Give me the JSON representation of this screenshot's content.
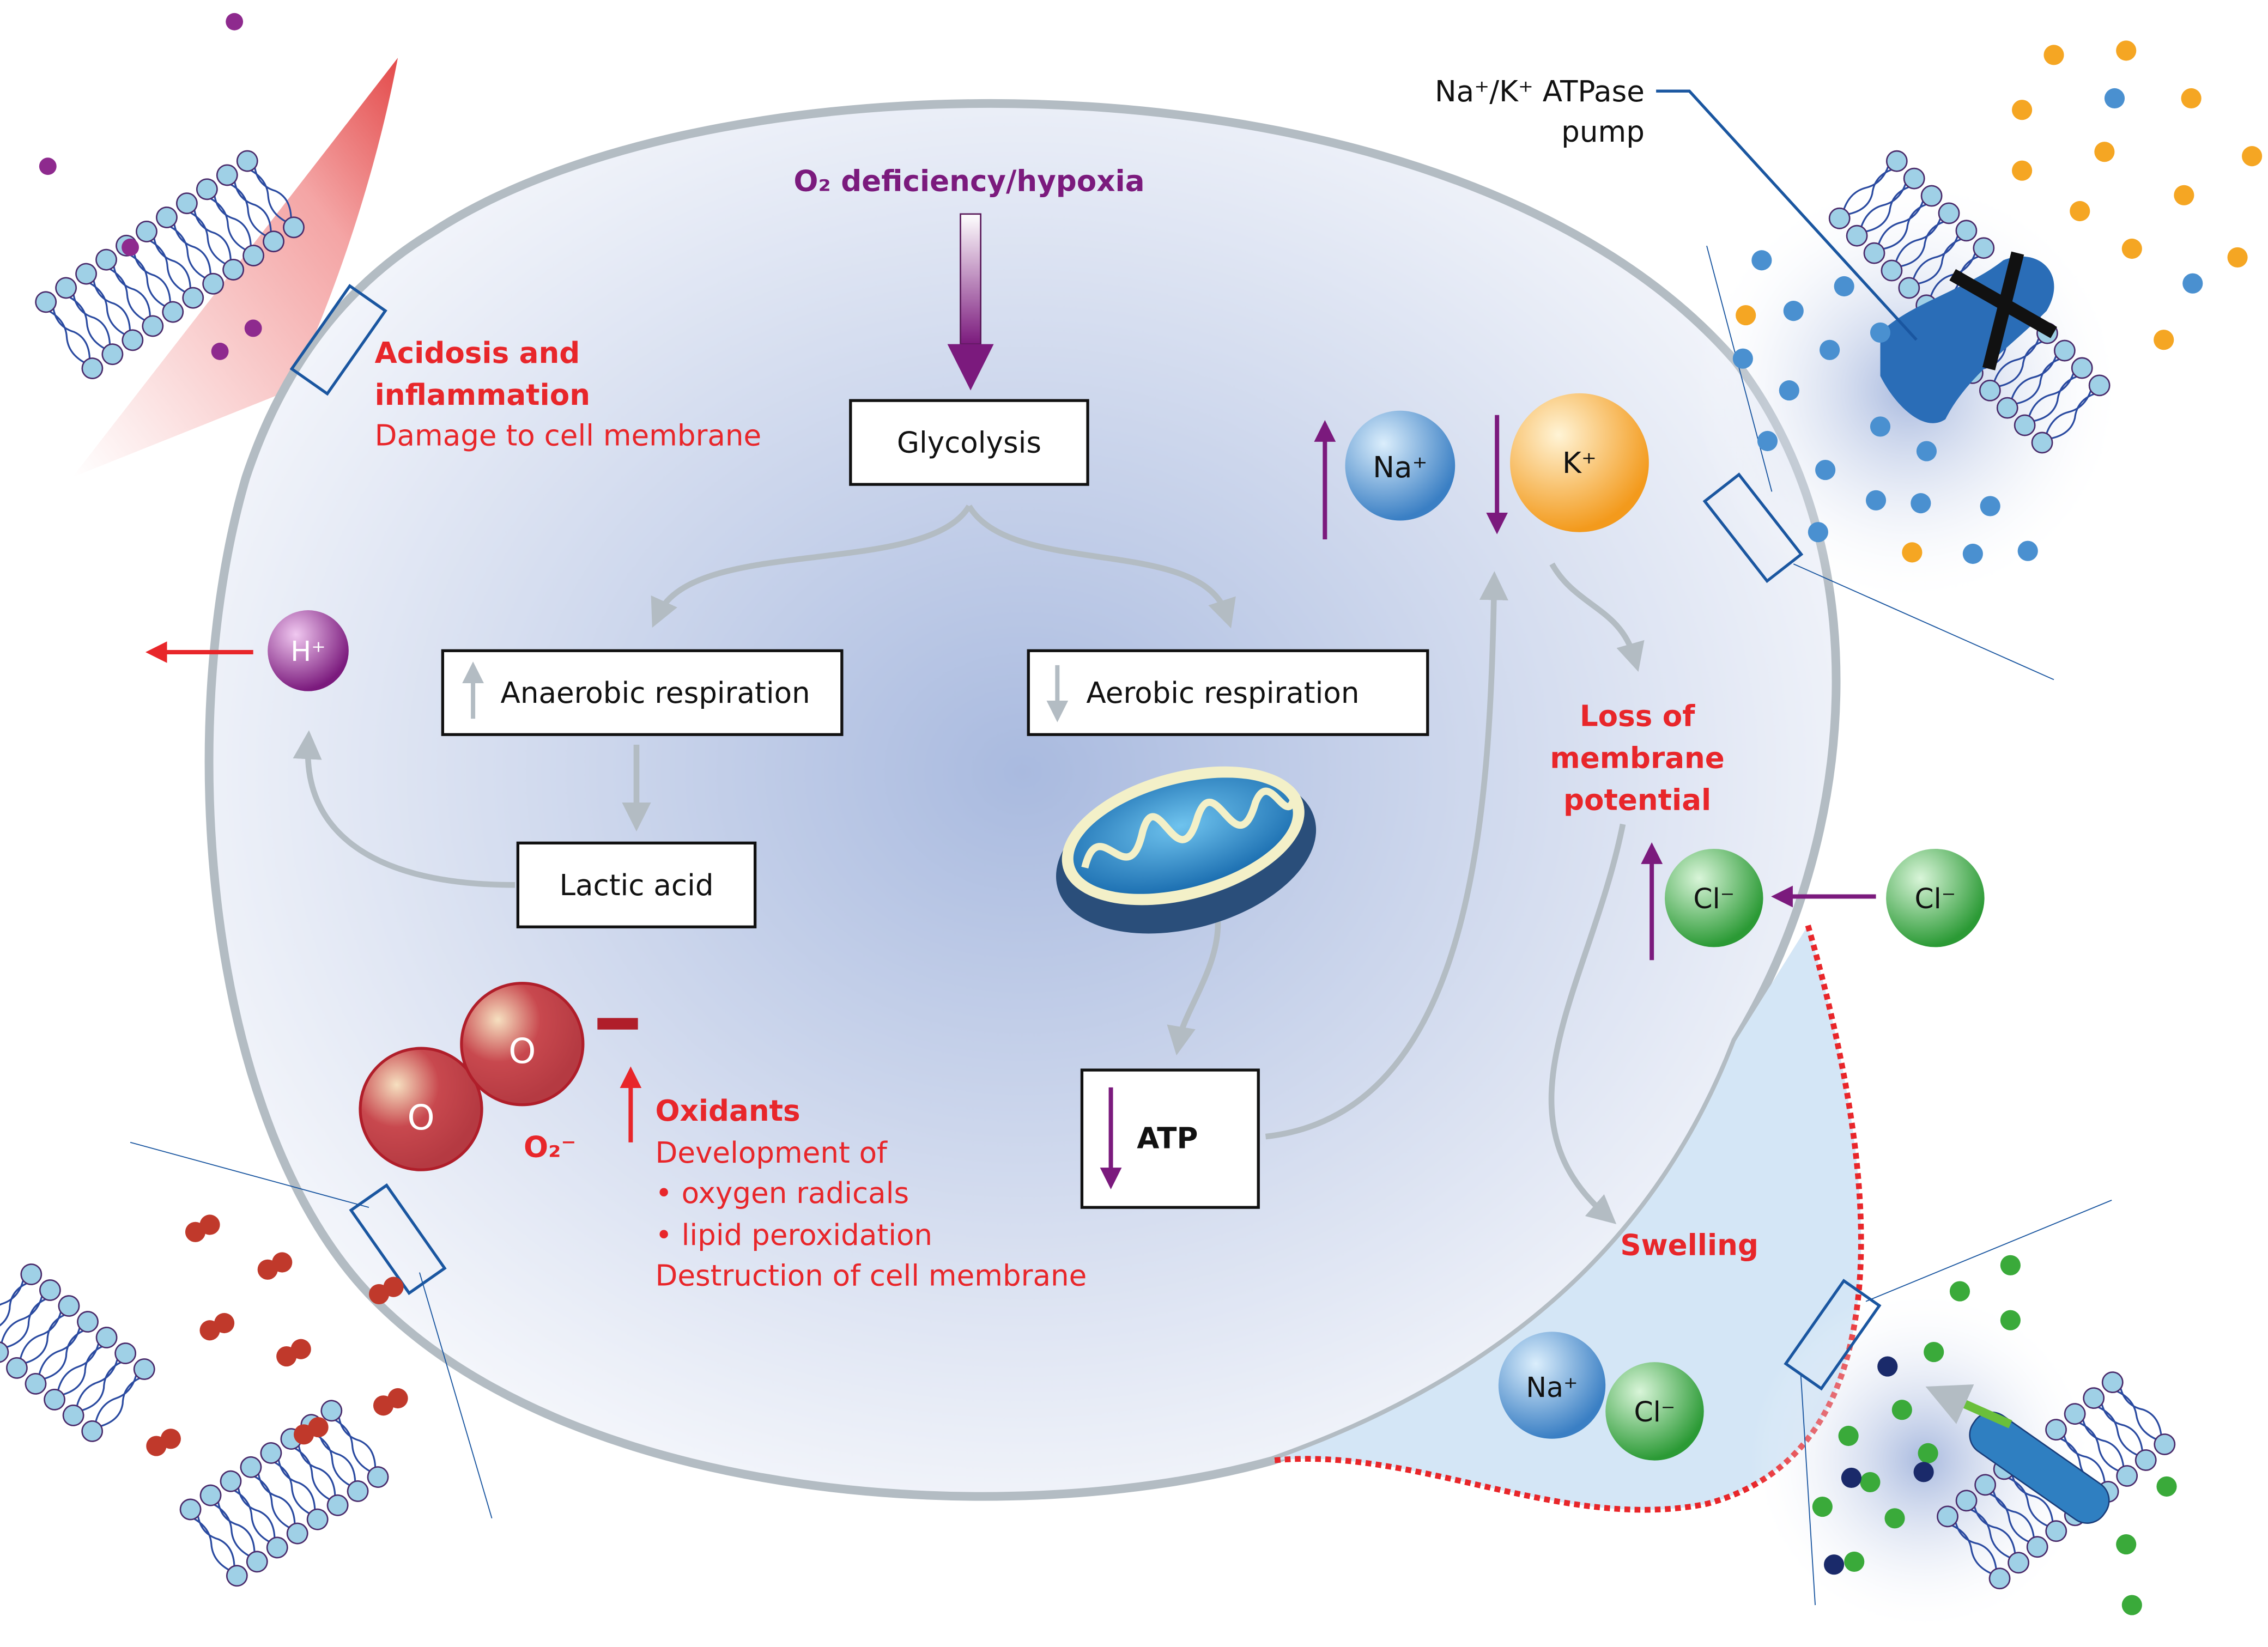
{
  "title": "",
  "top_cause": "O₂ deficiency/hypoxia",
  "boxes": {
    "glycolysis": "Glycolysis",
    "anaerobic": "Anaerobic respiration",
    "aerobic": "Aerobic respiration",
    "lactic": "Lactic acid",
    "atp": "ATP"
  },
  "ions": {
    "h": "H⁺",
    "na": "Na⁺",
    "k": "K⁺",
    "cl": "Cl⁻",
    "o": "O",
    "superoxide": "O₂⁻"
  },
  "acidosis": {
    "title_line1": "Acidosis and",
    "title_line2": "inflammation",
    "detail": "Damage to cell membrane"
  },
  "pump_label": {
    "line1": "Na⁺/K⁺ ATPase",
    "line2": "pump"
  },
  "membrane_potential": {
    "line1": "Loss of",
    "line2": "membrane",
    "line3": "potential"
  },
  "swelling": "Swelling",
  "oxidants": {
    "title": "Oxidants",
    "line1": "Development of",
    "line2": "• oxygen radicals",
    "line3": "• lipid peroxidation",
    "line4": "Destruction of cell membrane"
  },
  "colors": {
    "red_text": "#e8262a",
    "purple_arrow": "#7b1a7d",
    "na": "#4a90d0",
    "k": "#f5a623",
    "cl": "#3aaa3a",
    "h": "#8e2a8e",
    "oxygen": "#c0392b",
    "membrane": "#b3bcc3"
  }
}
